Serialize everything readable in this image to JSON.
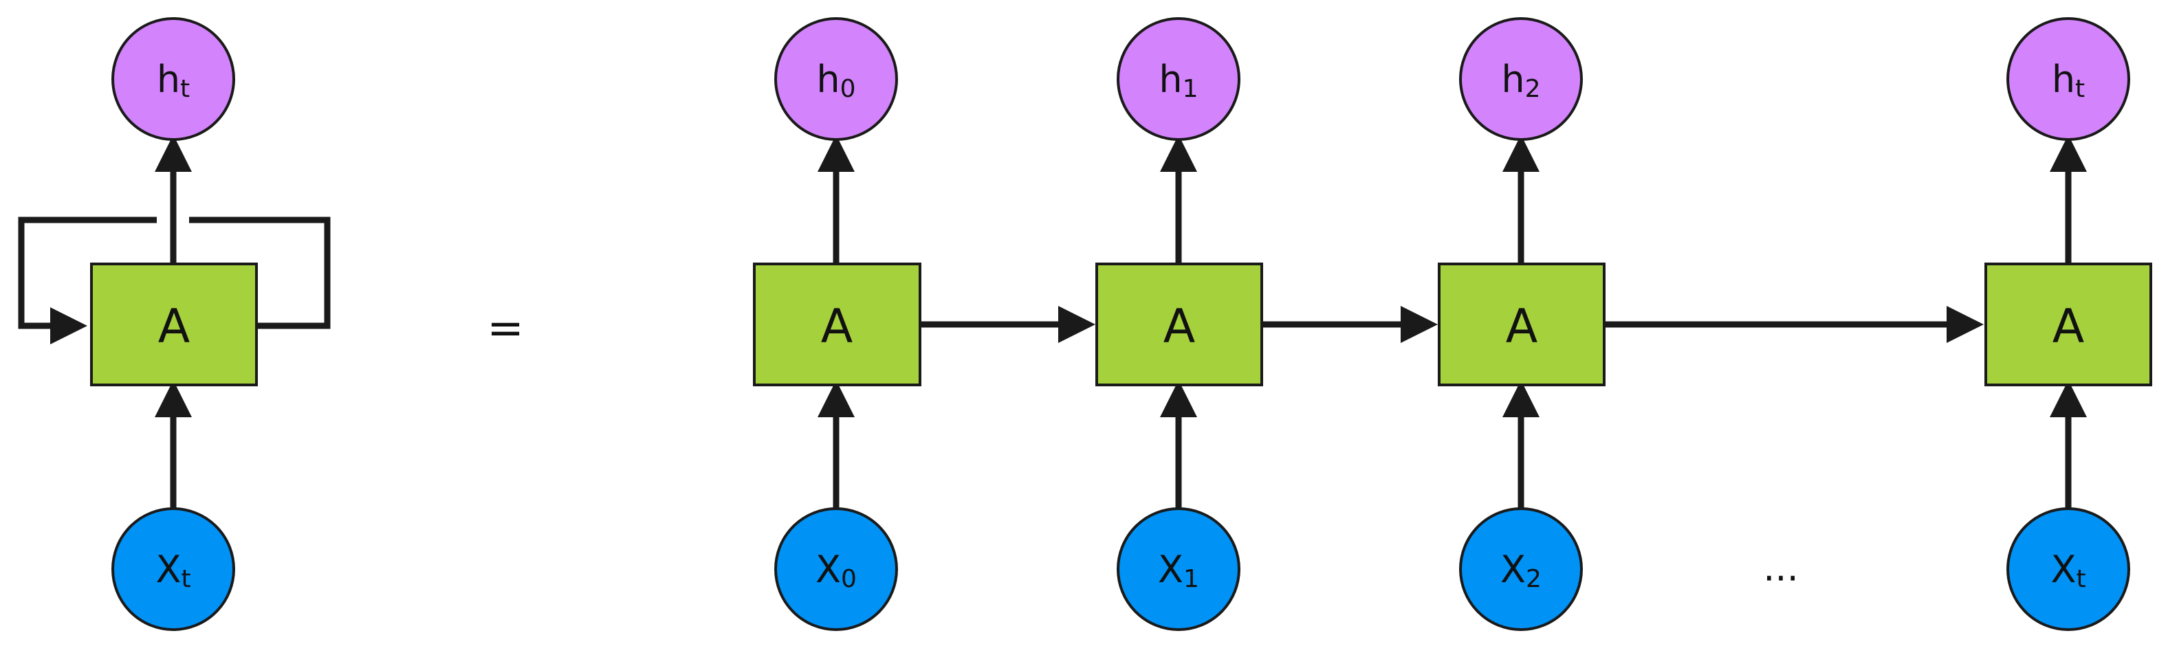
{
  "colors": {
    "cell_fill": "#a5d13d",
    "hidden_fill": "#d384fc",
    "input_fill": "#0092f5",
    "stroke": "#1a1a1a",
    "background": "#ffffff"
  },
  "folded": {
    "cell_label": "A",
    "hidden": {
      "main": "h",
      "sub": "t"
    },
    "input": {
      "main": "X",
      "sub": "t"
    }
  },
  "equals_sign": "=",
  "unrolled": {
    "steps": [
      {
        "cell_label": "A",
        "hidden": {
          "main": "h",
          "sub": "0"
        },
        "input": {
          "main": "X",
          "sub": "0"
        }
      },
      {
        "cell_label": "A",
        "hidden": {
          "main": "h",
          "sub": "1"
        },
        "input": {
          "main": "X",
          "sub": "1"
        }
      },
      {
        "cell_label": "A",
        "hidden": {
          "main": "h",
          "sub": "2"
        },
        "input": {
          "main": "X",
          "sub": "2"
        }
      },
      {
        "cell_label": "A",
        "hidden": {
          "main": "h",
          "sub": "t"
        },
        "input": {
          "main": "X",
          "sub": "t"
        }
      }
    ],
    "ellipsis": "..."
  }
}
